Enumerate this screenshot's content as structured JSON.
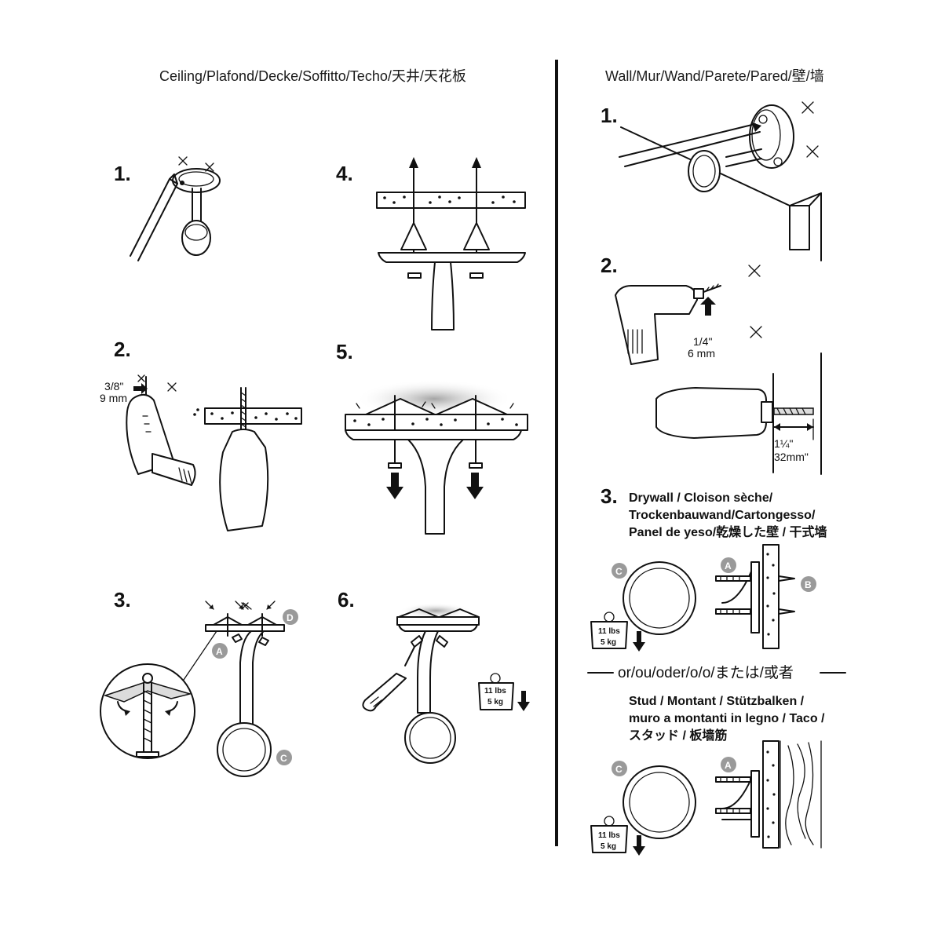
{
  "headings": {
    "ceiling": "Ceiling/Plafond/Decke/Soffitto/Techo/天井/天花板",
    "wall": "Wall/Mur/Wand/Parete/Pared/壁/墙"
  },
  "ceiling_steps": [
    "1.",
    "2.",
    "3.",
    "4.",
    "5.",
    "6."
  ],
  "wall_steps": [
    "1.",
    "2.",
    "3."
  ],
  "drill_sizes": {
    "ceiling_in": "3/8\"",
    "ceiling_mm": "9 mm",
    "wall_in": "1/4\"",
    "wall_mm": "6 mm",
    "depth_in": "1¼\"",
    "depth_mm": "32mm\""
  },
  "weight": {
    "lbs": "11 lbs",
    "kg": "5 kg"
  },
  "badges": {
    "a": "A",
    "b": "B",
    "c": "C",
    "d": "D"
  },
  "drywall_lines": [
    "Drywall / Cloison sèche/",
    "Trockenbauwand/Cartongesso/",
    "Panel de yeso/乾燥した壁 / 干式墙"
  ],
  "or_separator": "or/ou/oder/o/o/または/或者",
  "stud_lines": [
    "Stud / Montant / Stützbalken /",
    "muro a montanti in legno / Taco /",
    "スタッド / 板墙筋"
  ],
  "colors": {
    "ink": "#111111",
    "badge": "#9a9a9a",
    "background": "#ffffff"
  }
}
